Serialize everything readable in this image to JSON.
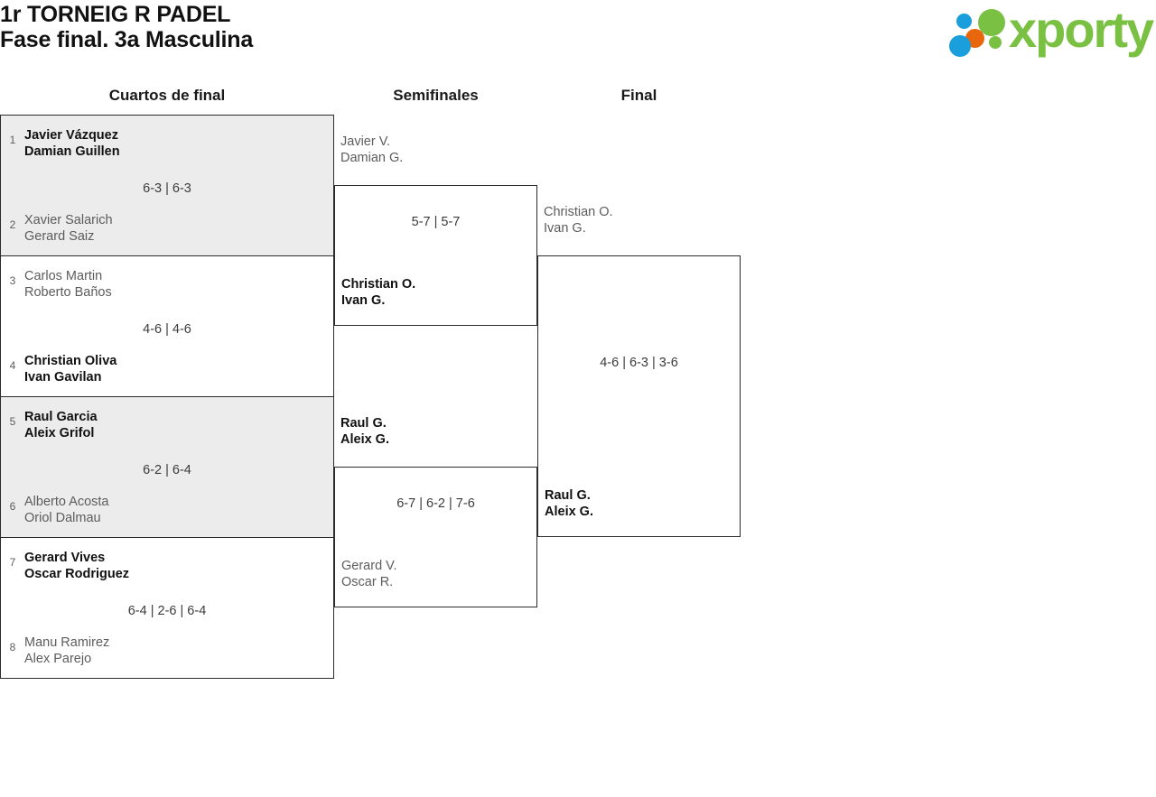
{
  "header": {
    "title_line1": "1r TORNEIG R PADEL",
    "title_line2": "Fase final. 3a Masculina",
    "logo_text": "xporty",
    "logo_colors": {
      "green": "#7ac143",
      "blue": "#1a9fdc",
      "orange": "#e8660c"
    }
  },
  "rounds": [
    {
      "id": "quarterfinals",
      "label": "Cuartos de final"
    },
    {
      "id": "semifinals",
      "label": "Semifinales"
    },
    {
      "id": "final",
      "label": "Final"
    }
  ],
  "quarterfinals": [
    {
      "shaded": true,
      "score": "6-3 | 6-3",
      "top": {
        "seed": "1",
        "p1": "Javier Vázquez",
        "p2": "Damian Guillen",
        "winner": true
      },
      "bottom": {
        "seed": "2",
        "p1": "Xavier Salarich",
        "p2": "Gerard Saiz",
        "winner": false
      }
    },
    {
      "shaded": false,
      "score": "4-6 | 4-6",
      "top": {
        "seed": "3",
        "p1": "Carlos Martin",
        "p2": "Roberto Baños",
        "winner": false
      },
      "bottom": {
        "seed": "4",
        "p1": "Christian Oliva",
        "p2": "Ivan Gavilan",
        "winner": true
      }
    },
    {
      "shaded": true,
      "score": "6-2 | 6-4",
      "top": {
        "seed": "5",
        "p1": "Raul Garcia",
        "p2": "Aleix Grifol",
        "winner": true
      },
      "bottom": {
        "seed": "6",
        "p1": "Alberto Acosta",
        "p2": "Oriol Dalmau",
        "winner": false
      }
    },
    {
      "shaded": false,
      "score": "6-4 | 2-6 | 6-4",
      "top": {
        "seed": "7",
        "p1": "Gerard Vives",
        "p2": "Oscar Rodriguez",
        "winner": true
      },
      "bottom": {
        "seed": "8",
        "p1": "Manu Ramirez",
        "p2": "Alex Parejo",
        "winner": false
      }
    }
  ],
  "semifinals": [
    {
      "score": "5-7 | 5-7",
      "lead": {
        "p1": "Javier V.",
        "p2": "Damian G.",
        "winner": false
      },
      "bottom": {
        "p1": "Christian O.",
        "p2": "Ivan G.",
        "winner": true
      }
    },
    {
      "score": "6-7 | 6-2 | 7-6",
      "lead": {
        "p1": "Raul G.",
        "p2": "Aleix G.",
        "winner": true
      },
      "bottom": {
        "p1": "Gerard V.",
        "p2": "Oscar R.",
        "winner": false
      }
    }
  ],
  "final": {
    "score": "4-6 | 6-3 | 3-6",
    "lead": {
      "p1": "Christian O.",
      "p2": "Ivan G.",
      "winner": false
    },
    "bottom": {
      "p1": "Raul G.",
      "p2": "Aleix G.",
      "winner": true
    }
  }
}
